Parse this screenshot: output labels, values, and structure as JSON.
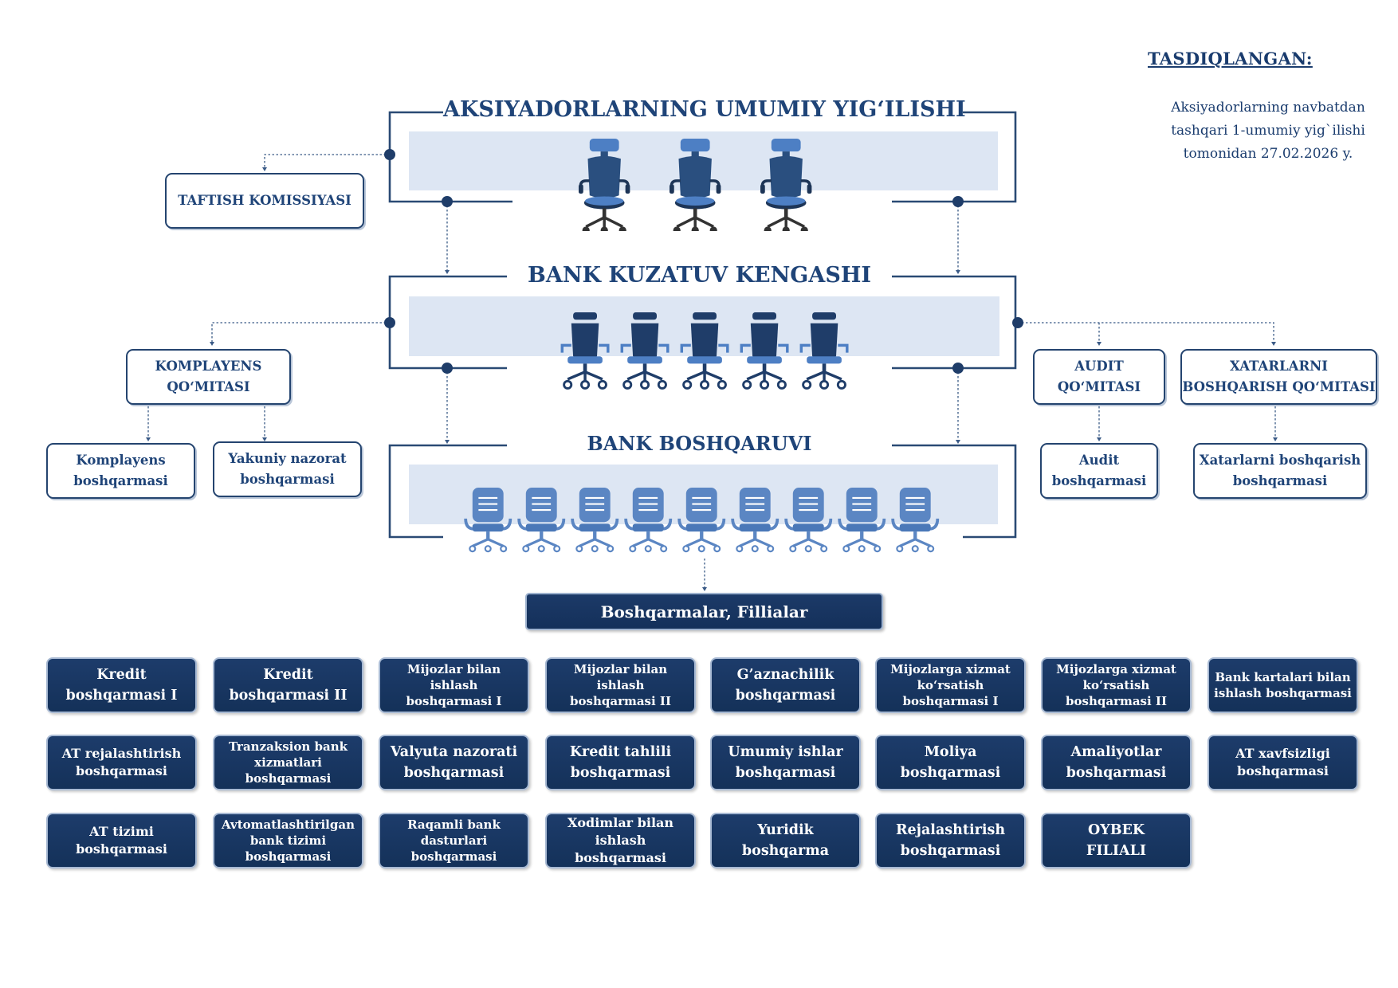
{
  "approval": {
    "title": "TASDIQLANGAN:",
    "text": "Aksiyadorlarning navbatdan tashqari 1-umumiy yig`ilishi tomonidan  27.02.2026 y."
  },
  "tiers": {
    "shareholders": {
      "title": "AKSIYADORLARNING UMUMIY YIG‘ILISHI",
      "chair_count": 3
    },
    "supervisory": {
      "title": "BANK KUZATUV KENGASHI",
      "chair_count": 5
    },
    "board": {
      "title": "BANK BOSHQARUVI",
      "chair_count": 9
    }
  },
  "committees": {
    "taftish": "TAFTISH KOMISSIYASI",
    "komplayens_qomitasi": "KOMPLAYENS\nQO‘MITASI",
    "audit_qomitasi": "AUDIT\nQO‘MITASI",
    "xatarlarni_qomitasi": "XATARLARNI\nBOSHQARISH QO‘MITASI"
  },
  "sub_departments": {
    "komplayens": "Komplayens\nboshqarmasi",
    "yakuniy": "Yakuniy nazorat\nboshqarmasi",
    "audit": "Audit\nboshqarmasi",
    "xatarlarni": "Xatarlarni boshqarish\nboshqarmasi"
  },
  "banner": "Boshqarmalar, Fillialar",
  "departments": [
    "Kredit\nboshqarmasi I",
    "Kredit\nboshqarmasi II",
    "Mijozlar bilan ishlash\nboshqarmasi I",
    "Mijozlar bilan ishlash\nboshqarmasi II",
    "G’aznachilik\nboshqarmasi",
    "Mijozlarga xizmat\nko‘rsatish\nboshqarmasi I",
    "Mijozlarga xizmat\nko‘rsatish\nboshqarmasi II",
    "Bank kartalari bilan\nishlash boshqarmasi",
    "AT rejalashtirish\nboshqarmasi",
    "Tranzaksion bank\nxizmatlari\nboshqarmasi",
    "Valyuta nazorati\nboshqarmasi",
    "Kredit tahlili\nboshqarmasi",
    "Umumiy ishlar\nboshqarmasi",
    "Moliya\nboshqarmasi",
    "Amaliyotlar\nboshqarmasi",
    "AT xavfsizligi\nboshqarmasi",
    "AT tizimi\nboshqarmasi",
    "Avtomatlashtirilgan\nbank tizimi\nboshqarmasi",
    "Raqamli bank\ndasturlari\nboshqarmasi",
    "Xodimlar bilan\nishlash boshqarmasi",
    "Yuridik\nboshqarma",
    "Rejalashtirish\nboshqarmasi",
    "OYBEK\nFILIALI"
  ],
  "colors": {
    "navy": "#1f4478",
    "tile": "#1a3864",
    "band": "#dde6f3",
    "chair_exec": "#2a4f7f",
    "chair_board": "#5b86c3"
  },
  "icons": {
    "exec_chair": "office-chair-icon",
    "board_chair": "office-chair-icon"
  }
}
